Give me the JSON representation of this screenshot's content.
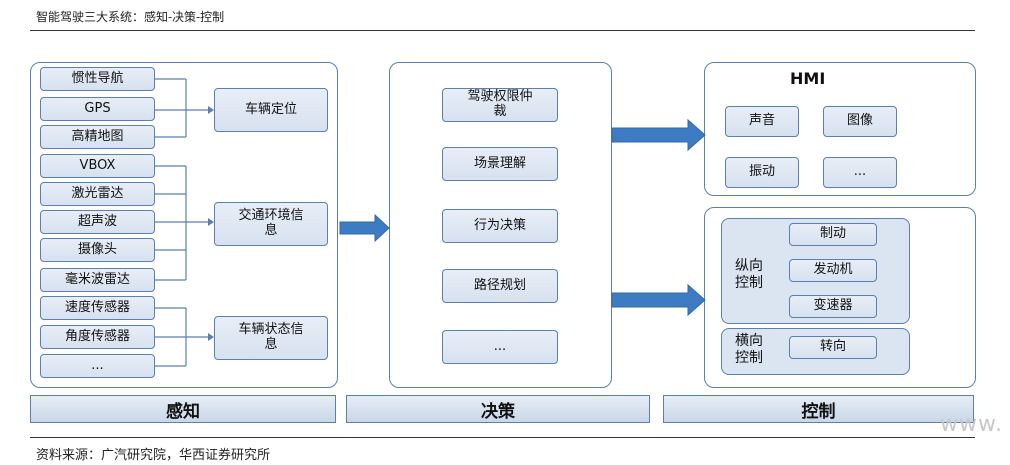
{
  "title": "智能驾驶三大系统：感知-决策-控制",
  "perception": {
    "sensors_group1": [
      "惯性导航",
      "GPS",
      "高精地图"
    ],
    "sensors_group2": [
      "VBOX",
      "激光雷达",
      "超声波",
      "摄像头",
      "毫米波雷达"
    ],
    "sensors_group3": [
      "速度传感器",
      "角度传感器",
      "..."
    ],
    "outputs": [
      "车辆定位",
      "交通环境信\n息",
      "车辆状态信\n息"
    ]
  },
  "decision": {
    "items": [
      "驾驶权限仲\n裁",
      "场景理解",
      "行为决策",
      "路径规划",
      "..."
    ]
  },
  "control": {
    "hmi_title": "HMI",
    "hmi_items": [
      "声音",
      "图像",
      "振动",
      "..."
    ],
    "longitudinal_label": "纵向\n控制",
    "longitudinal_items": [
      "制动",
      "发动机",
      "变速器"
    ],
    "lateral_label": "横向\n控制",
    "lateral_items": [
      "转向"
    ]
  },
  "bottom_labels": [
    "感知",
    "决策",
    "控制"
  ],
  "source": "资料来源：广汽研究院，华西证券研究所",
  "watermark": "www."
}
